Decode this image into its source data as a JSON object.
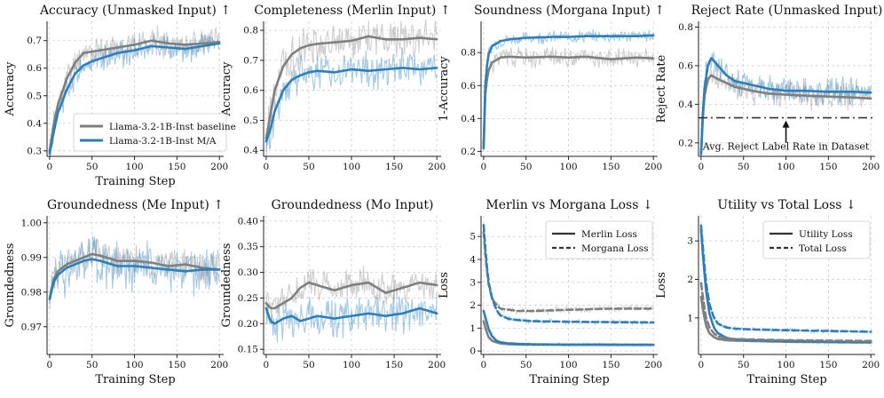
{
  "chart_data": [
    {
      "type": "line",
      "title": "Accuracy (Unmasked Input) ↑",
      "xlabel": "Training Step",
      "ylabel": "Accuracy",
      "xlim": [
        -3,
        205
      ],
      "ylim": [
        0.28,
        0.77
      ],
      "xticks": [
        0,
        50,
        100,
        150,
        200
      ],
      "yticks": [
        0.3,
        0.4,
        0.5,
        0.6,
        0.7
      ],
      "grid": true,
      "legend": {
        "position": "bottom-right",
        "entries": [
          "Llama-3.2-1B-Inst baseline",
          "Llama-3.2-1B-Inst M/A"
        ]
      },
      "series": [
        {
          "name": "Llama-3.2-1B-Inst baseline",
          "color": "#7f7f7f",
          "style": "solid",
          "x": [
            0,
            5,
            10,
            20,
            30,
            40,
            50,
            60,
            80,
            100,
            120,
            140,
            160,
            180,
            200
          ],
          "y": [
            0.3,
            0.4,
            0.47,
            0.56,
            0.62,
            0.655,
            0.66,
            0.665,
            0.675,
            0.685,
            0.7,
            0.69,
            0.685,
            0.69,
            0.695
          ],
          "raw_noise": 0.04,
          "seed": 11
        },
        {
          "name": "Llama-3.2-1B-Inst M/A",
          "color": "#2e7fb8",
          "style": "solid",
          "x": [
            0,
            5,
            10,
            20,
            30,
            40,
            50,
            60,
            80,
            100,
            120,
            140,
            160,
            180,
            200
          ],
          "y": [
            0.29,
            0.37,
            0.44,
            0.52,
            0.58,
            0.61,
            0.625,
            0.635,
            0.655,
            0.665,
            0.68,
            0.675,
            0.67,
            0.68,
            0.69
          ],
          "raw_noise": 0.04,
          "seed": 12
        }
      ]
    },
    {
      "type": "line",
      "title": "Completeness (Merlin Input) ↑",
      "xlabel": "",
      "ylabel": "Accuracy",
      "xlim": [
        -3,
        205
      ],
      "ylim": [
        0.38,
        0.83
      ],
      "xticks": [
        0,
        50,
        100,
        150,
        200
      ],
      "yticks": [
        0.4,
        0.5,
        0.6,
        0.7,
        0.8
      ],
      "grid": true,
      "series": [
        {
          "name": "Llama-3.2-1B-Inst baseline",
          "color": "#7f7f7f",
          "style": "solid",
          "x": [
            0,
            5,
            10,
            20,
            30,
            40,
            50,
            60,
            80,
            100,
            120,
            140,
            160,
            180,
            200
          ],
          "y": [
            0.44,
            0.52,
            0.6,
            0.68,
            0.72,
            0.74,
            0.75,
            0.755,
            0.76,
            0.765,
            0.78,
            0.77,
            0.77,
            0.775,
            0.77
          ],
          "raw_noise": 0.05,
          "seed": 21
        },
        {
          "name": "Llama-3.2-1B-Inst M/A",
          "color": "#2e7fb8",
          "style": "solid",
          "x": [
            0,
            5,
            10,
            20,
            30,
            40,
            50,
            60,
            80,
            100,
            120,
            140,
            160,
            180,
            200
          ],
          "y": [
            0.43,
            0.47,
            0.53,
            0.6,
            0.635,
            0.65,
            0.66,
            0.665,
            0.66,
            0.67,
            0.665,
            0.67,
            0.675,
            0.67,
            0.675
          ],
          "raw_noise": 0.05,
          "seed": 22
        }
      ]
    },
    {
      "type": "line",
      "title": "Soundness (Morgana Input) ↑",
      "xlabel": "",
      "ylabel": "1-Accuracy",
      "xlim": [
        -3,
        205
      ],
      "ylim": [
        0.17,
        0.99
      ],
      "xticks": [
        0,
        50,
        100,
        150,
        200
      ],
      "yticks": [
        0.2,
        0.4,
        0.6,
        0.8
      ],
      "grid": true,
      "series": [
        {
          "name": "Llama-3.2-1B-Inst baseline",
          "color": "#7f7f7f",
          "style": "solid",
          "x": [
            0,
            2,
            5,
            10,
            20,
            30,
            50,
            80,
            100,
            120,
            150,
            180,
            200
          ],
          "y": [
            0.22,
            0.55,
            0.68,
            0.74,
            0.77,
            0.775,
            0.77,
            0.775,
            0.77,
            0.775,
            0.76,
            0.77,
            0.765
          ],
          "raw_noise": 0.05,
          "seed": 31
        },
        {
          "name": "Llama-3.2-1B-Inst M/A",
          "color": "#2e7fb8",
          "style": "solid",
          "x": [
            0,
            2,
            5,
            10,
            20,
            30,
            50,
            80,
            100,
            120,
            150,
            180,
            200
          ],
          "y": [
            0.22,
            0.6,
            0.78,
            0.84,
            0.87,
            0.88,
            0.89,
            0.895,
            0.895,
            0.9,
            0.9,
            0.9,
            0.905
          ],
          "raw_noise": 0.03,
          "seed": 32
        }
      ]
    },
    {
      "type": "line",
      "title": "Reject Rate (Unmasked Input)",
      "xlabel": "",
      "ylabel": "Reject Rate",
      "xlim": [
        -3,
        205
      ],
      "ylim": [
        0.13,
        0.83
      ],
      "xticks": [
        0,
        50,
        100,
        150,
        200
      ],
      "yticks": [
        0.2,
        0.4,
        0.6,
        0.8
      ],
      "grid": true,
      "hline": {
        "y": 0.33,
        "label": "Avg. Reject Label Rate in Dataset",
        "arrow_x": 100
      },
      "series": [
        {
          "name": "Llama-3.2-1B-Inst baseline",
          "color": "#7f7f7f",
          "style": "solid",
          "x": [
            0,
            3,
            8,
            12,
            20,
            30,
            40,
            60,
            80,
            100,
            120,
            150,
            180,
            200
          ],
          "y": [
            0.14,
            0.42,
            0.53,
            0.55,
            0.53,
            0.51,
            0.49,
            0.47,
            0.455,
            0.45,
            0.445,
            0.44,
            0.435,
            0.43
          ],
          "raw_noise": 0.06,
          "seed": 41
        },
        {
          "name": "Llama-3.2-1B-Inst M/A",
          "color": "#2e7fb8",
          "style": "solid",
          "x": [
            0,
            3,
            8,
            12,
            20,
            30,
            40,
            60,
            80,
            100,
            120,
            150,
            180,
            200
          ],
          "y": [
            0.14,
            0.45,
            0.6,
            0.64,
            0.6,
            0.55,
            0.52,
            0.5,
            0.48,
            0.47,
            0.47,
            0.465,
            0.465,
            0.46
          ],
          "raw_noise": 0.06,
          "seed": 42
        }
      ]
    },
    {
      "type": "line",
      "title": "Groundedness (Me Input) ↑",
      "xlabel": "Training Step",
      "ylabel": "Groundedness",
      "xlim": [
        -3,
        205
      ],
      "ylim": [
        0.962,
        1.002
      ],
      "xticks": [
        0,
        50,
        100,
        150,
        200
      ],
      "yticks": [
        0.97,
        0.98,
        0.99,
        1.0
      ],
      "ytick_labels": [
        "0.97",
        "0.98",
        "0.99",
        "1.00"
      ],
      "grid": true,
      "series": [
        {
          "name": "Llama-3.2-1B-Inst baseline",
          "color": "#7f7f7f",
          "style": "solid",
          "x": [
            0,
            5,
            10,
            20,
            30,
            40,
            50,
            60,
            80,
            100,
            120,
            140,
            160,
            180,
            200
          ],
          "y": [
            0.978,
            0.984,
            0.986,
            0.988,
            0.989,
            0.99,
            0.991,
            0.9905,
            0.989,
            0.989,
            0.9885,
            0.9875,
            0.988,
            0.987,
            0.9865
          ],
          "raw_noise": 0.004,
          "seed": 51
        },
        {
          "name": "Llama-3.2-1B-Inst M/A",
          "color": "#2e7fb8",
          "style": "solid",
          "x": [
            0,
            5,
            10,
            20,
            30,
            40,
            50,
            60,
            80,
            100,
            120,
            140,
            160,
            180,
            200
          ],
          "y": [
            0.978,
            0.983,
            0.985,
            0.987,
            0.988,
            0.989,
            0.9895,
            0.989,
            0.9875,
            0.9875,
            0.987,
            0.9865,
            0.986,
            0.9865,
            0.9865
          ],
          "raw_noise": 0.006,
          "seed": 52
        }
      ]
    },
    {
      "type": "line",
      "title": "Groundedness (Mo Input)",
      "xlabel": "",
      "ylabel": "Groundedness",
      "xlim": [
        -3,
        205
      ],
      "ylim": [
        0.14,
        0.41
      ],
      "xticks": [
        0,
        50,
        100,
        150,
        200
      ],
      "yticks": [
        0.15,
        0.2,
        0.25,
        0.3,
        0.35,
        0.4
      ],
      "ytick_labels": [
        "0.15",
        "0.20",
        "0.25",
        "0.30",
        "0.35",
        "0.40"
      ],
      "grid": true,
      "series": [
        {
          "name": "Llama-3.2-1B-Inst baseline",
          "color": "#7f7f7f",
          "style": "solid",
          "x": [
            0,
            5,
            10,
            20,
            30,
            40,
            50,
            60,
            80,
            100,
            120,
            140,
            160,
            180,
            200
          ],
          "y": [
            0.24,
            0.23,
            0.23,
            0.24,
            0.25,
            0.27,
            0.28,
            0.275,
            0.265,
            0.275,
            0.28,
            0.26,
            0.27,
            0.28,
            0.275
          ],
          "raw_noise": 0.025,
          "seed": 61
        },
        {
          "name": "Llama-3.2-1B-Inst M/A",
          "color": "#2e7fb8",
          "style": "solid",
          "x": [
            0,
            5,
            10,
            20,
            30,
            40,
            50,
            60,
            80,
            100,
            120,
            140,
            160,
            180,
            200
          ],
          "y": [
            0.23,
            0.205,
            0.2,
            0.21,
            0.215,
            0.205,
            0.21,
            0.215,
            0.21,
            0.215,
            0.22,
            0.215,
            0.22,
            0.23,
            0.22
          ],
          "raw_noise": 0.03,
          "seed": 62
        }
      ]
    },
    {
      "type": "line",
      "title": "Merlin vs Morgana Loss ↓",
      "xlabel": "Training Step",
      "ylabel": "Loss",
      "xlim": [
        -3,
        205
      ],
      "ylim": [
        -0.15,
        5.9
      ],
      "xticks": [
        0,
        50,
        100,
        150,
        200
      ],
      "yticks": [
        0,
        1,
        2,
        3,
        4,
        5
      ],
      "grid": true,
      "legend": {
        "position": "top-right",
        "entries": [
          "Merlin Loss",
          "Morgana Loss"
        ]
      },
      "series": [
        {
          "name": "Merlin Loss",
          "color": "#7f7f7f",
          "style": "solid",
          "x": [
            0,
            3,
            6,
            10,
            15,
            20,
            30,
            40,
            60,
            100,
            150,
            200
          ],
          "y": [
            1.3,
            0.9,
            0.6,
            0.45,
            0.38,
            0.33,
            0.3,
            0.29,
            0.28,
            0.28,
            0.27,
            0.27
          ],
          "raw_noise": 0.05,
          "seed": 71
        },
        {
          "name": "Merlin Loss",
          "color": "#2e7fb8",
          "style": "solid",
          "x": [
            0,
            3,
            6,
            10,
            15,
            20,
            30,
            40,
            60,
            100,
            150,
            200
          ],
          "y": [
            1.75,
            1.35,
            0.95,
            0.65,
            0.45,
            0.38,
            0.33,
            0.31,
            0.29,
            0.28,
            0.28,
            0.27
          ],
          "raw_noise": 0.05,
          "seed": 72
        },
        {
          "name": "Morgana Loss",
          "color": "#7f7f7f",
          "style": "dashed",
          "x": [
            0,
            3,
            6,
            10,
            15,
            20,
            30,
            40,
            60,
            100,
            150,
            200
          ],
          "y": [
            5.2,
            3.8,
            2.9,
            2.3,
            2.0,
            1.85,
            1.8,
            1.75,
            1.75,
            1.8,
            1.85,
            1.85
          ],
          "raw_noise": 0.12,
          "seed": 73
        },
        {
          "name": "Morgana Loss",
          "color": "#2e7fb8",
          "style": "dashed",
          "x": [
            0,
            3,
            6,
            10,
            15,
            20,
            30,
            40,
            60,
            100,
            150,
            200
          ],
          "y": [
            5.5,
            4.0,
            3.0,
            2.3,
            1.8,
            1.55,
            1.4,
            1.35,
            1.3,
            1.28,
            1.26,
            1.25
          ],
          "raw_noise": 0.08,
          "seed": 74
        }
      ]
    },
    {
      "type": "line",
      "title": "Utility vs Total Loss ↓",
      "xlabel": "Training Step",
      "ylabel": "Loss",
      "xlim": [
        -3,
        205
      ],
      "ylim": [
        0.05,
        3.65
      ],
      "xticks": [
        0,
        50,
        100,
        150,
        200
      ],
      "yticks": [
        1,
        2,
        3
      ],
      "grid": true,
      "legend": {
        "position": "top-right",
        "entries": [
          "Utility Loss",
          "Total Loss"
        ]
      },
      "series": [
        {
          "name": "Utility Loss",
          "color": "#7f7f7f",
          "style": "solid",
          "x": [
            0,
            3,
            6,
            10,
            15,
            20,
            30,
            40,
            60,
            100,
            150,
            200
          ],
          "y": [
            1.55,
            1.1,
            0.8,
            0.6,
            0.5,
            0.45,
            0.42,
            0.41,
            0.4,
            0.38,
            0.37,
            0.36
          ],
          "raw_noise": 0.03,
          "seed": 81
        },
        {
          "name": "Utility Loss",
          "color": "#2e7fb8",
          "style": "solid",
          "x": [
            0,
            3,
            6,
            10,
            15,
            20,
            30,
            40,
            60,
            100,
            150,
            200
          ],
          "y": [
            3.3,
            2.4,
            1.7,
            1.1,
            0.75,
            0.6,
            0.48,
            0.44,
            0.42,
            0.4,
            0.38,
            0.37
          ],
          "raw_noise": 0.03,
          "seed": 82
        },
        {
          "name": "Total Loss",
          "color": "#7f7f7f",
          "style": "dashed",
          "x": [
            0,
            3,
            6,
            10,
            15,
            20,
            30,
            40,
            60,
            100,
            150,
            200
          ],
          "y": [
            1.9,
            1.4,
            1.0,
            0.75,
            0.6,
            0.52,
            0.47,
            0.45,
            0.44,
            0.42,
            0.41,
            0.4
          ],
          "raw_noise": 0.03,
          "seed": 83
        },
        {
          "name": "Total Loss",
          "color": "#2e7fb8",
          "style": "dashed",
          "x": [
            0,
            3,
            6,
            10,
            15,
            20,
            30,
            40,
            60,
            100,
            150,
            200
          ],
          "y": [
            3.4,
            2.6,
            1.9,
            1.35,
            1.0,
            0.85,
            0.75,
            0.72,
            0.7,
            0.68,
            0.66,
            0.64
          ],
          "raw_noise": 0.04,
          "seed": 84
        }
      ]
    }
  ]
}
